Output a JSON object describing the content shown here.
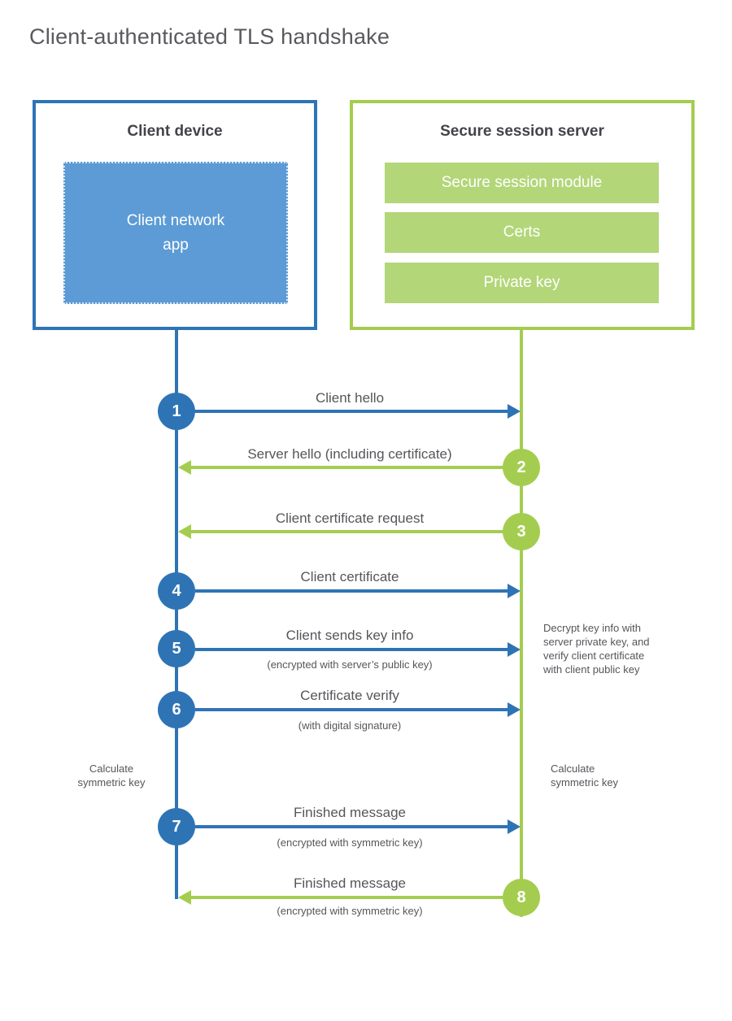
{
  "title": "Client-authenticated TLS handshake",
  "colors": {
    "blue_accent": "#2e74b5",
    "blue_fill": "#5c9bd5",
    "green_accent": "#a4cd50",
    "green_fill": "#b3d679",
    "text_gray": "#55565a"
  },
  "client": {
    "title": "Client device",
    "app_lines": [
      "Client network",
      "app"
    ]
  },
  "server": {
    "title": "Secure session server",
    "modules": [
      "Secure session module",
      "Certs",
      "Private key"
    ]
  },
  "messages": [
    {
      "num": "1",
      "label": "Client hello",
      "direction": "right"
    },
    {
      "num": "2",
      "label": "Server hello (including certificate)",
      "direction": "left"
    },
    {
      "num": "3",
      "label": "Client certificate request",
      "direction": "left"
    },
    {
      "num": "4",
      "label": "Client certificate",
      "direction": "right"
    },
    {
      "num": "5",
      "label": "Client sends key info",
      "sub": "(encrypted with server’s public key)",
      "direction": "right"
    },
    {
      "num": "6",
      "label": "Certificate verify",
      "sub": "(with digital signature)",
      "direction": "right"
    },
    {
      "num": "7",
      "label": "Finished message",
      "sub": "(encrypted with symmetric key)",
      "direction": "right"
    },
    {
      "num": "8",
      "label": "Finished message",
      "sub": "(encrypted with symmetric key)",
      "direction": "left"
    }
  ],
  "notes": {
    "decrypt": {
      "lines": [
        "Decrypt key info with",
        "server private key, and",
        "verify client certificate",
        "with client public key"
      ]
    },
    "calc_left": {
      "lines": [
        "Calculate",
        "symmetric key"
      ]
    },
    "calc_right": {
      "lines": [
        "Calculate",
        "symmetric key"
      ]
    }
  }
}
